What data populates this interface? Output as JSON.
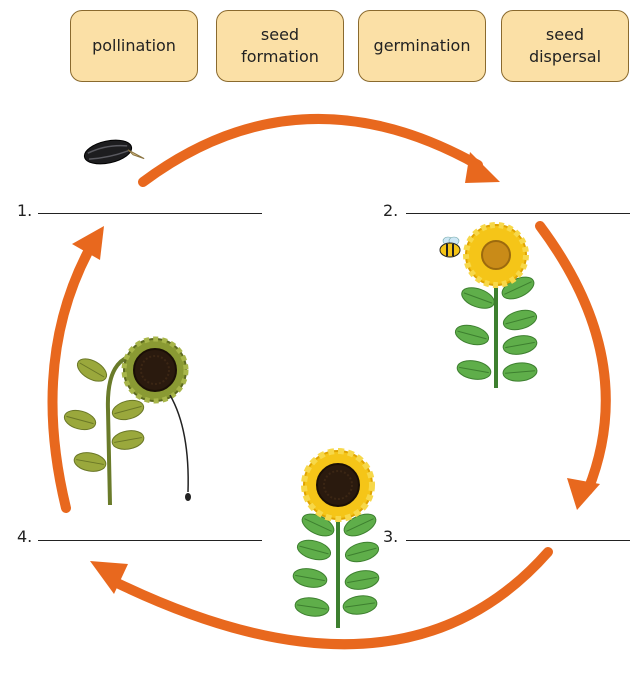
{
  "word_bank": [
    {
      "label": "pollination"
    },
    {
      "label": "seed\nformation"
    },
    {
      "label": "germination"
    },
    {
      "label": "seed\ndispersal"
    }
  ],
  "steps": [
    {
      "number": "1."
    },
    {
      "number": "2."
    },
    {
      "number": "3."
    },
    {
      "number": "4."
    }
  ],
  "colors": {
    "arrow": "#e8681e",
    "box_fill": "#fbe0a6",
    "leaf": "#5fae4a",
    "petal": "#f5c518",
    "seed_head": "#2a1a0e"
  },
  "icons": [
    "seed-icon",
    "bee-icon",
    "sunflower-icon",
    "wilted-sunflower-icon"
  ]
}
